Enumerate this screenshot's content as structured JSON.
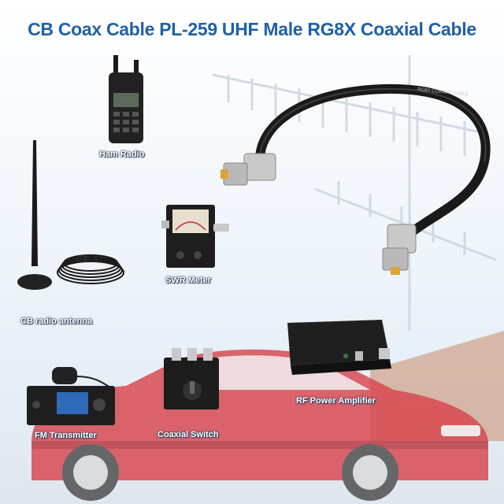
{
  "title": "CB Coax Cable PL-259 UHF Male RG8X Coaxial Cable",
  "cable_print": "RG8X COAXIAL CABLE",
  "labels": {
    "ham_radio": "Ham Radio",
    "swr_meter": "SWR Meter",
    "cb_antenna": "CB radio antenna",
    "rf_amplifier": "RF Power Amplifier",
    "fm_transmitter": "FM Transmitter",
    "coaxial_switch": "Coaxial Switch"
  },
  "colors": {
    "title": "#1f5fa8",
    "car": "#d8454e",
    "cable": "#1a1a1a",
    "connector": "#c9c9c9"
  }
}
